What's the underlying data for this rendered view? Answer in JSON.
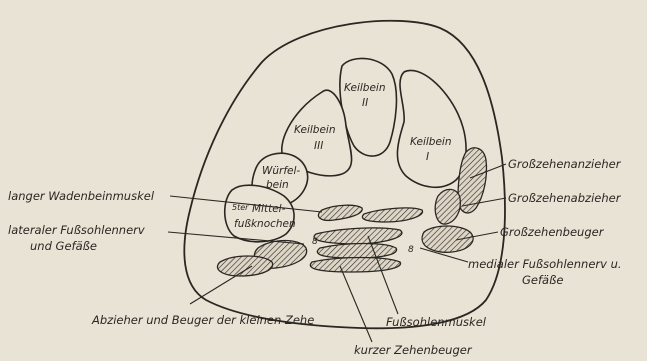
{
  "colors": {
    "paper": "#e9e3d5",
    "ink": "#2a2622"
  },
  "bones": {
    "keilbein_ii": {
      "line1": "Keilbein",
      "line2": "II"
    },
    "keilbein_iii": {
      "line1": "Keilbein",
      "line2": "III"
    },
    "keilbein_i": {
      "line1": "Keilbein",
      "line2": "I"
    },
    "wuerfelbein": {
      "line1": "Würfel-",
      "line2": "bein"
    },
    "mittelfussknochen": {
      "num": "5ter",
      "line1": "Mittel-",
      "line2": "fußknochen"
    }
  },
  "inline_marks": {
    "mark_a": "8",
    "mark_b": "8"
  },
  "labels": {
    "grosszehenanzieher": "Großzehenanzieher",
    "grosszehenabzieher": "Großzehenabzieher",
    "grosszehenbeuger": "Großzehenbeuger",
    "medialer_nerv_line1": "medialer Fußsohlennerv u.",
    "medialer_nerv_line2": "Gefäße",
    "langer_wadenbeinmuskel": "langer Wadenbeinmuskel",
    "lateraler_nerv_line1": "lateraler Fußsohlennerv",
    "lateraler_nerv_line2": "und Gefäße",
    "abzieher_beuger": "Abzieher und Beuger der kleinen Zehe",
    "fusssohlenmuskel": "Fußsohlenmuskel",
    "kurzer_zehenbeuger": "kurzer Zehenbeuger"
  }
}
